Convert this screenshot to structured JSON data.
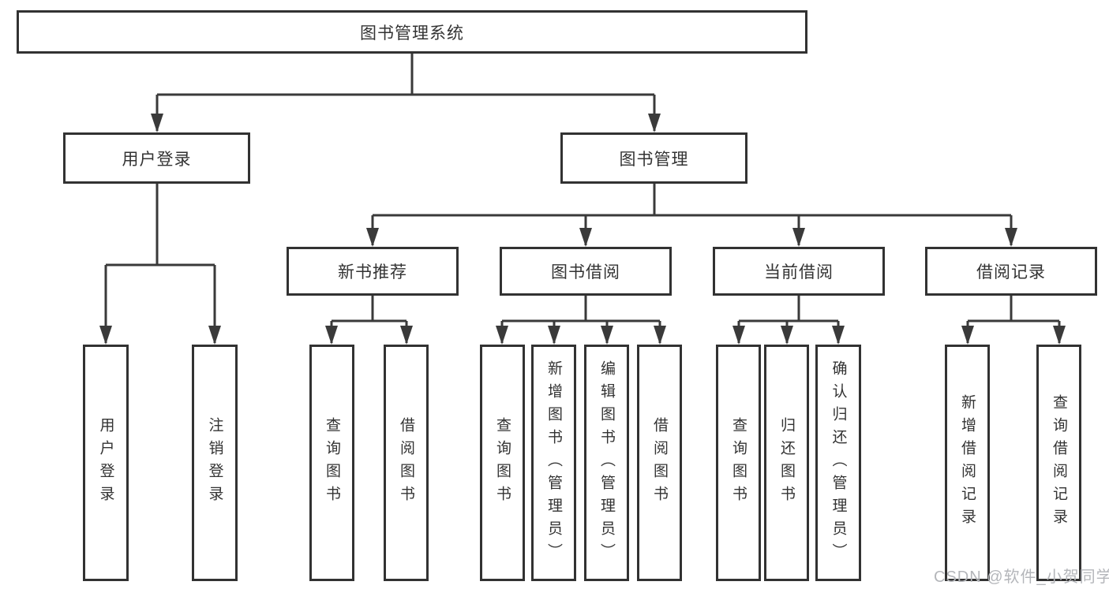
{
  "tree": {
    "root": {
      "label": "图书管理系统"
    },
    "branches": [
      {
        "label": "用户登录",
        "children": [
          {
            "label": "用户登录"
          },
          {
            "label": "注销登录"
          }
        ]
      },
      {
        "label": "图书管理",
        "children": [
          {
            "label": "新书推荐",
            "children": [
              {
                "label": "查询图书"
              },
              {
                "label": "借阅图书"
              }
            ]
          },
          {
            "label": "图书借阅",
            "children": [
              {
                "label": "查询图书"
              },
              {
                "label": "新增图书（管理员）"
              },
              {
                "label": "编辑图书（管理员）"
              },
              {
                "label": "借阅图书"
              }
            ]
          },
          {
            "label": "当前借阅",
            "children": [
              {
                "label": "查询图书"
              },
              {
                "label": "归还图书"
              },
              {
                "label": "确认归还（管理员）"
              }
            ]
          },
          {
            "label": "借阅记录",
            "children": [
              {
                "label": "新增借阅记录"
              },
              {
                "label": "查询借阅记录"
              }
            ]
          }
        ]
      }
    ]
  },
  "watermark": {
    "text": "CSDN @软件_小贺同学",
    "color": "#b4b6ba"
  },
  "colors": {
    "line": "#3a3a3a",
    "box_border": "#323232",
    "text": "#333333",
    "background": "#ffffff"
  }
}
